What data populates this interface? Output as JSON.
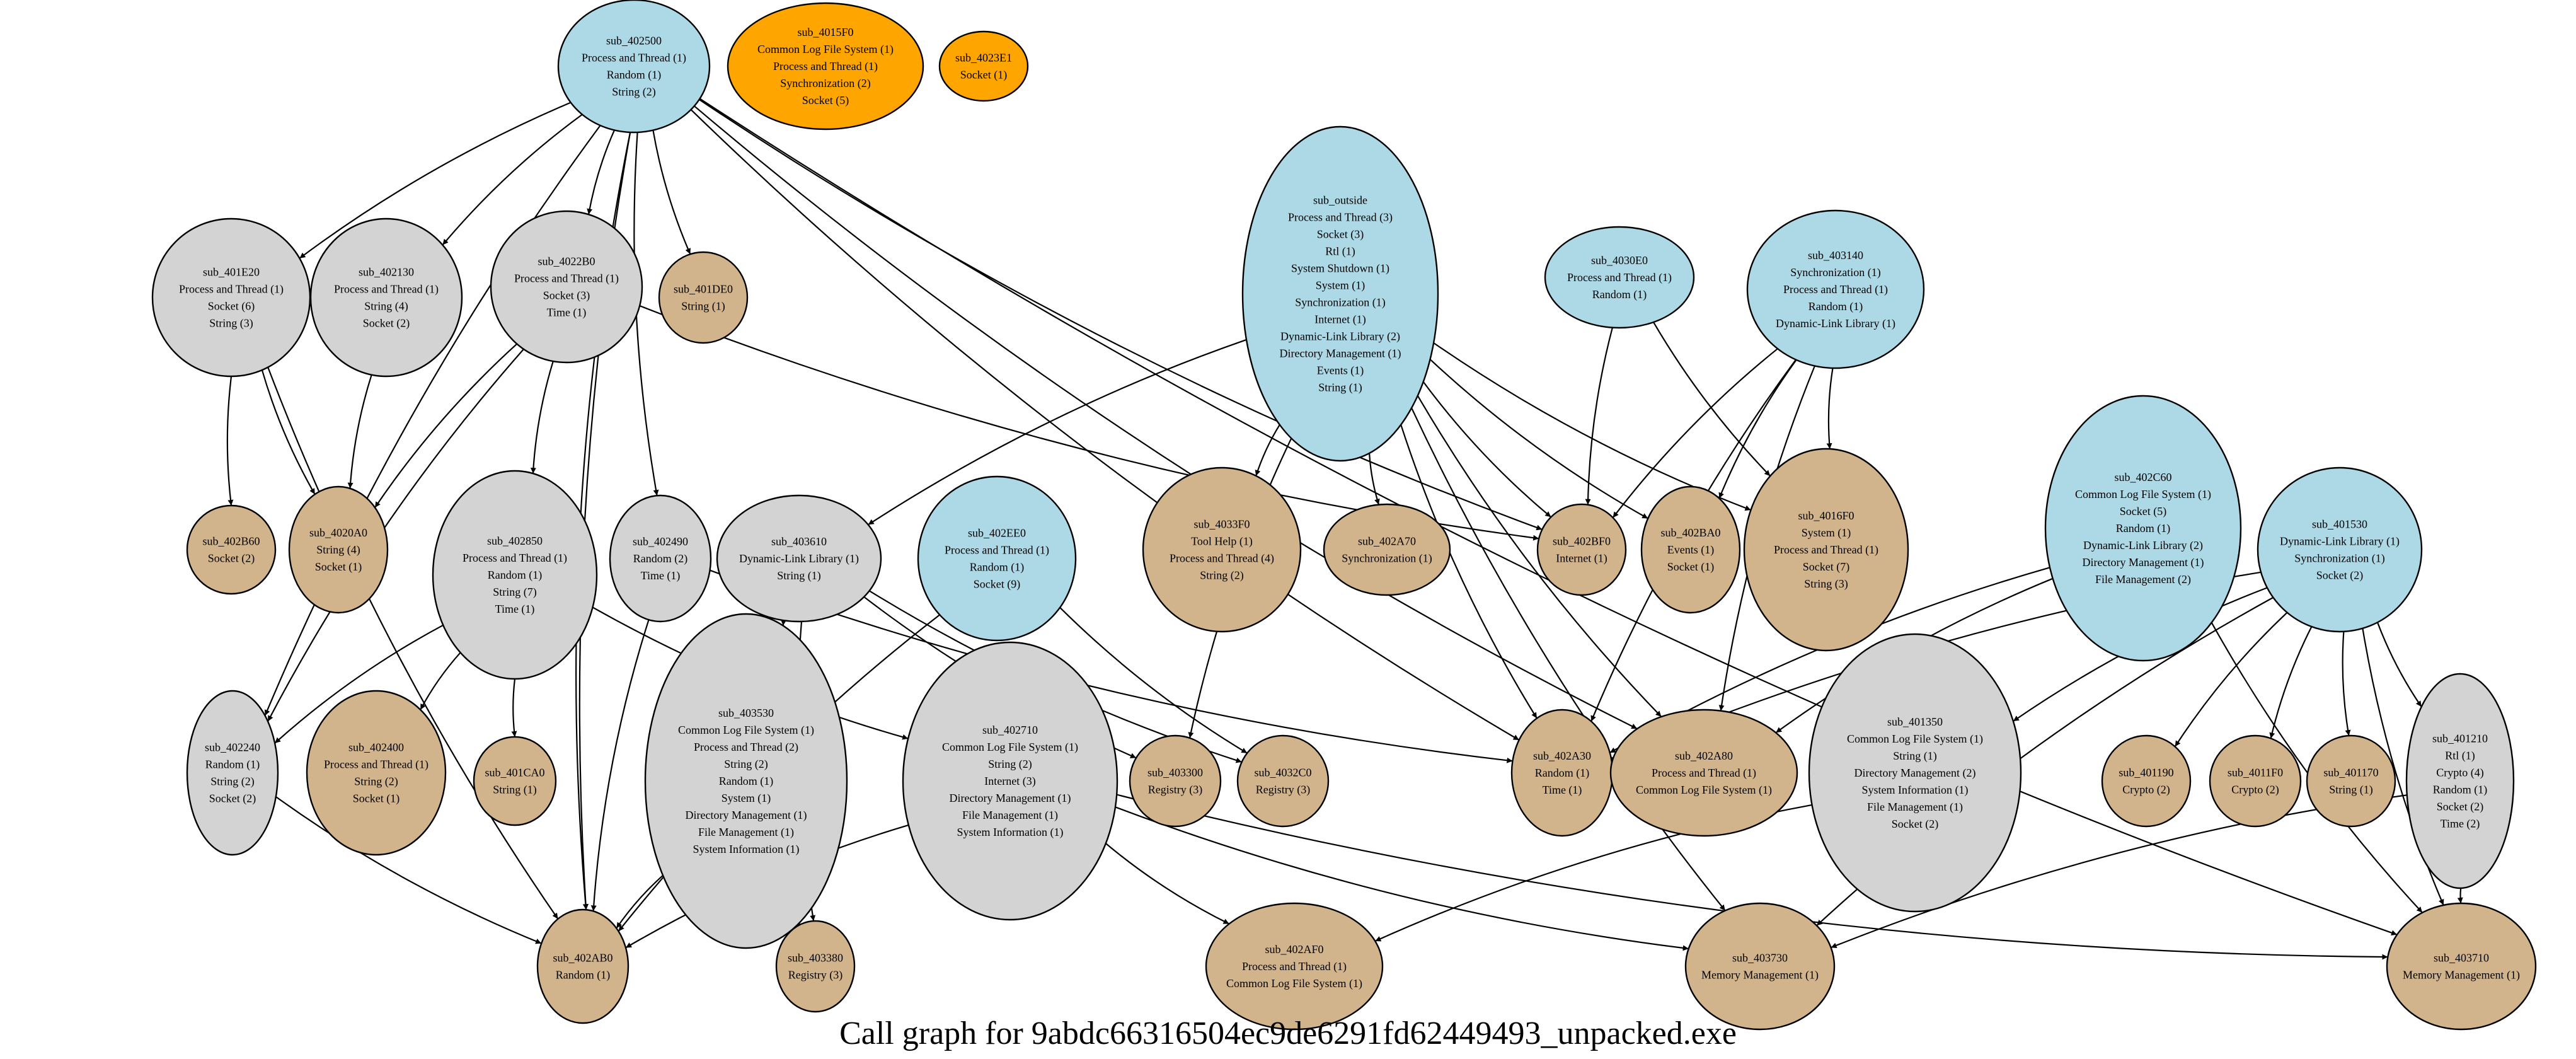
{
  "title": "Call graph for 9abdc66316504ec9de6291fd62449493_unpacked.exe",
  "colors": {
    "root": "#add8e6",
    "orphan": "#ffa500",
    "internal": "#d3d3d3",
    "leaf": "#d2b48c",
    "edge": "#000000"
  },
  "nodes": [
    {
      "id": "sub_402500",
      "kind": "root",
      "lines": [
        "Process and Thread (1)",
        "Random (1)",
        "String (2)"
      ]
    },
    {
      "id": "sub_4015F0",
      "kind": "orphan",
      "lines": [
        "Common Log File System (1)",
        "Process and Thread (1)",
        "Synchronization (2)",
        "Socket (5)"
      ]
    },
    {
      "id": "sub_4023E1",
      "kind": "orphan",
      "lines": [
        "Socket (1)"
      ]
    },
    {
      "id": "sub_401E20",
      "kind": "internal",
      "lines": [
        "Process and Thread (1)",
        "Socket (6)",
        "String (3)"
      ]
    },
    {
      "id": "sub_402130",
      "kind": "internal",
      "lines": [
        "Process and Thread (1)",
        "String (4)",
        "Socket (2)"
      ]
    },
    {
      "id": "sub_4022B0",
      "kind": "internal",
      "lines": [
        "Process and Thread (1)",
        "Socket (3)",
        "Time (1)"
      ]
    },
    {
      "id": "sub_401DE0",
      "kind": "leaf",
      "lines": [
        "String (1)"
      ]
    },
    {
      "id": "sub_outside",
      "kind": "root",
      "lines": [
        "Process and Thread (3)",
        "Socket (3)",
        "Rtl (1)",
        "System Shutdown (1)",
        "System (1)",
        "Synchronization (1)",
        "Internet (1)",
        "Dynamic-Link Library (2)",
        "Directory Management (1)",
        "Events (1)",
        "String (1)"
      ]
    },
    {
      "id": "sub_4030E0",
      "kind": "root",
      "lines": [
        "Process and Thread (1)",
        "Random (1)"
      ]
    },
    {
      "id": "sub_403140",
      "kind": "root",
      "lines": [
        "Synchronization (1)",
        "Process and Thread (1)",
        "Random (1)",
        "Dynamic-Link Library (1)"
      ]
    },
    {
      "id": "sub_402B60",
      "kind": "leaf",
      "lines": [
        "Socket (2)"
      ]
    },
    {
      "id": "sub_4020A0",
      "kind": "leaf",
      "lines": [
        "String (4)",
        "Socket (1)"
      ]
    },
    {
      "id": "sub_402850",
      "kind": "internal",
      "lines": [
        "Process and Thread (1)",
        "Random (1)",
        "String (7)",
        "Time (1)"
      ]
    },
    {
      "id": "sub_402490",
      "kind": "internal",
      "lines": [
        "Random (2)",
        "Time (1)"
      ]
    },
    {
      "id": "sub_403610",
      "kind": "internal",
      "lines": [
        "Dynamic-Link Library (1)",
        "String (1)"
      ]
    },
    {
      "id": "sub_402EE0",
      "kind": "root",
      "lines": [
        "Process and Thread (1)",
        "Random (1)",
        "Socket (9)"
      ]
    },
    {
      "id": "sub_4033F0",
      "kind": "leaf",
      "lines": [
        "Tool Help (1)",
        "Process and Thread (4)",
        "String (2)"
      ]
    },
    {
      "id": "sub_402A70",
      "kind": "leaf",
      "lines": [
        "Synchronization (1)"
      ]
    },
    {
      "id": "sub_402BF0",
      "kind": "leaf",
      "lines": [
        "Internet (1)"
      ]
    },
    {
      "id": "sub_402BA0",
      "kind": "leaf",
      "lines": [
        "Events (1)",
        "Socket (1)"
      ]
    },
    {
      "id": "sub_4016F0",
      "kind": "leaf",
      "lines": [
        "System (1)",
        "Process and Thread (1)",
        "Socket (7)",
        "String (3)"
      ]
    },
    {
      "id": "sub_402C60",
      "kind": "root",
      "lines": [
        "Common Log File System (1)",
        "Socket (5)",
        "Random (1)",
        "Dynamic-Link Library (2)",
        "Directory Management (1)",
        "File Management (2)"
      ]
    },
    {
      "id": "sub_401530",
      "kind": "root",
      "lines": [
        "Dynamic-Link Library (1)",
        "Synchronization (1)",
        "Socket (2)"
      ]
    },
    {
      "id": "sub_402240",
      "kind": "internal",
      "lines": [
        "Random (1)",
        "String (2)",
        "Socket (2)"
      ]
    },
    {
      "id": "sub_402400",
      "kind": "leaf",
      "lines": [
        "Process and Thread (1)",
        "String (2)",
        "Socket (1)"
      ]
    },
    {
      "id": "sub_401CA0",
      "kind": "leaf",
      "lines": [
        "String (1)"
      ]
    },
    {
      "id": "sub_403530",
      "kind": "internal",
      "lines": [
        "Common Log File System (1)",
        "Process and Thread (2)",
        "String (2)",
        "Random (1)",
        "System (1)",
        "Directory Management (1)",
        "File Management (1)",
        "System Information (1)"
      ]
    },
    {
      "id": "sub_402710",
      "kind": "internal",
      "lines": [
        "Common Log File System (1)",
        "String (2)",
        "Internet (3)",
        "Directory Management (1)",
        "File Management (1)",
        "System Information (1)"
      ]
    },
    {
      "id": "sub_403300",
      "kind": "leaf",
      "lines": [
        "Registry (3)"
      ]
    },
    {
      "id": "sub_4032C0",
      "kind": "leaf",
      "lines": [
        "Registry (3)"
      ]
    },
    {
      "id": "sub_402A30",
      "kind": "leaf",
      "lines": [
        "Random (1)",
        "Time (1)"
      ]
    },
    {
      "id": "sub_402A80",
      "kind": "leaf",
      "lines": [
        "Process and Thread (1)",
        "Common Log File System (1)"
      ]
    },
    {
      "id": "sub_401350",
      "kind": "internal",
      "lines": [
        "Common Log File System (1)",
        "String (1)",
        "Directory Management (2)",
        "System Information (1)",
        "File Management (1)",
        "Socket (2)"
      ]
    },
    {
      "id": "sub_401190",
      "kind": "leaf",
      "lines": [
        "Crypto (2)"
      ]
    },
    {
      "id": "sub_4011F0",
      "kind": "leaf",
      "lines": [
        "Crypto (2)"
      ]
    },
    {
      "id": "sub_401170",
      "kind": "leaf",
      "lines": [
        "String (1)"
      ]
    },
    {
      "id": "sub_401210",
      "kind": "internal",
      "lines": [
        "Rtl (1)",
        "Crypto (4)",
        "Random (1)",
        "Socket (2)",
        "Time (2)"
      ]
    },
    {
      "id": "sub_402AB0",
      "kind": "leaf",
      "lines": [
        "Random (1)"
      ]
    },
    {
      "id": "sub_403380",
      "kind": "leaf",
      "lines": [
        "Registry (3)"
      ]
    },
    {
      "id": "sub_402AF0",
      "kind": "leaf",
      "lines": [
        "Process and Thread (1)",
        "Common Log File System (1)"
      ]
    },
    {
      "id": "sub_403730",
      "kind": "leaf",
      "lines": [
        "Memory Management (1)"
      ]
    },
    {
      "id": "sub_403710",
      "kind": "leaf",
      "lines": [
        "Memory Management (1)"
      ]
    }
  ],
  "edges": [
    [
      "sub_402500",
      "sub_401E20"
    ],
    [
      "sub_402500",
      "sub_402130"
    ],
    [
      "sub_402500",
      "sub_4022B0"
    ],
    [
      "sub_402500",
      "sub_401DE0"
    ],
    [
      "sub_402500",
      "sub_402490"
    ],
    [
      "sub_402500",
      "sub_402240"
    ],
    [
      "sub_402500",
      "sub_402AB0"
    ],
    [
      "sub_402500",
      "sub_402AB0"
    ],
    [
      "sub_402500",
      "sub_402BF0"
    ],
    [
      "sub_402500",
      "sub_402A30"
    ],
    [
      "sub_402500",
      "sub_402A80"
    ],
    [
      "sub_402500",
      "sub_403710"
    ],
    [
      "sub_401E20",
      "sub_402B60"
    ],
    [
      "sub_401E20",
      "sub_4020A0"
    ],
    [
      "sub_401E20",
      "sub_402AB0"
    ],
    [
      "sub_402130",
      "sub_4020A0"
    ],
    [
      "sub_4022B0",
      "sub_4020A0"
    ],
    [
      "sub_4022B0",
      "sub_402850"
    ],
    [
      "sub_4022B0",
      "sub_402240"
    ],
    [
      "sub_4022B0",
      "sub_402BF0"
    ],
    [
      "sub_outside",
      "sub_403610"
    ],
    [
      "sub_outside",
      "sub_4033F0"
    ],
    [
      "sub_outside",
      "sub_402A70"
    ],
    [
      "sub_outside",
      "sub_402BF0"
    ],
    [
      "sub_outside",
      "sub_402BA0"
    ],
    [
      "sub_outside",
      "sub_403300"
    ],
    [
      "sub_outside",
      "sub_402A30"
    ],
    [
      "sub_outside",
      "sub_402A80"
    ],
    [
      "sub_outside",
      "sub_403730"
    ],
    [
      "sub_outside",
      "sub_4016F0"
    ],
    [
      "sub_4030E0",
      "sub_402BF0"
    ],
    [
      "sub_4030E0",
      "sub_4016F0"
    ],
    [
      "sub_403140",
      "sub_402BF0"
    ],
    [
      "sub_403140",
      "sub_402BA0"
    ],
    [
      "sub_403140",
      "sub_4016F0"
    ],
    [
      "sub_403140",
      "sub_402A30"
    ],
    [
      "sub_403140",
      "sub_402A80"
    ],
    [
      "sub_402850",
      "sub_402240"
    ],
    [
      "sub_402850",
      "sub_402400"
    ],
    [
      "sub_402850",
      "sub_401CA0"
    ],
    [
      "sub_402850",
      "sub_402710"
    ],
    [
      "sub_402490",
      "sub_402AB0"
    ],
    [
      "sub_402490",
      "sub_402A30"
    ],
    [
      "sub_403610",
      "sub_403530"
    ],
    [
      "sub_403610",
      "sub_403300"
    ],
    [
      "sub_403610",
      "sub_4032C0"
    ],
    [
      "sub_403610",
      "sub_403380"
    ],
    [
      "sub_402EE0",
      "sub_402AB0"
    ],
    [
      "sub_402EE0",
      "sub_4032C0"
    ],
    [
      "sub_402C60",
      "sub_402A30"
    ],
    [
      "sub_402C60",
      "sub_402A80"
    ],
    [
      "sub_402C60",
      "sub_403710"
    ],
    [
      "sub_401530",
      "sub_402A30"
    ],
    [
      "sub_401530",
      "sub_401350"
    ],
    [
      "sub_401530",
      "sub_401190"
    ],
    [
      "sub_401530",
      "sub_4011F0"
    ],
    [
      "sub_401530",
      "sub_401170"
    ],
    [
      "sub_401530",
      "sub_401210"
    ],
    [
      "sub_401530",
      "sub_403730"
    ],
    [
      "sub_401530",
      "sub_403710"
    ],
    [
      "sub_402240",
      "sub_402AB0"
    ],
    [
      "sub_403530",
      "sub_402AB0"
    ],
    [
      "sub_403530",
      "sub_403380"
    ],
    [
      "sub_402710",
      "sub_402AB0"
    ],
    [
      "sub_402710",
      "sub_402AF0"
    ],
    [
      "sub_402710",
      "sub_403730"
    ],
    [
      "sub_402710",
      "sub_403710"
    ],
    [
      "sub_401350",
      "sub_402AF0"
    ],
    [
      "sub_401210",
      "sub_403710"
    ],
    [
      "sub_401210",
      "sub_403730"
    ]
  ]
}
